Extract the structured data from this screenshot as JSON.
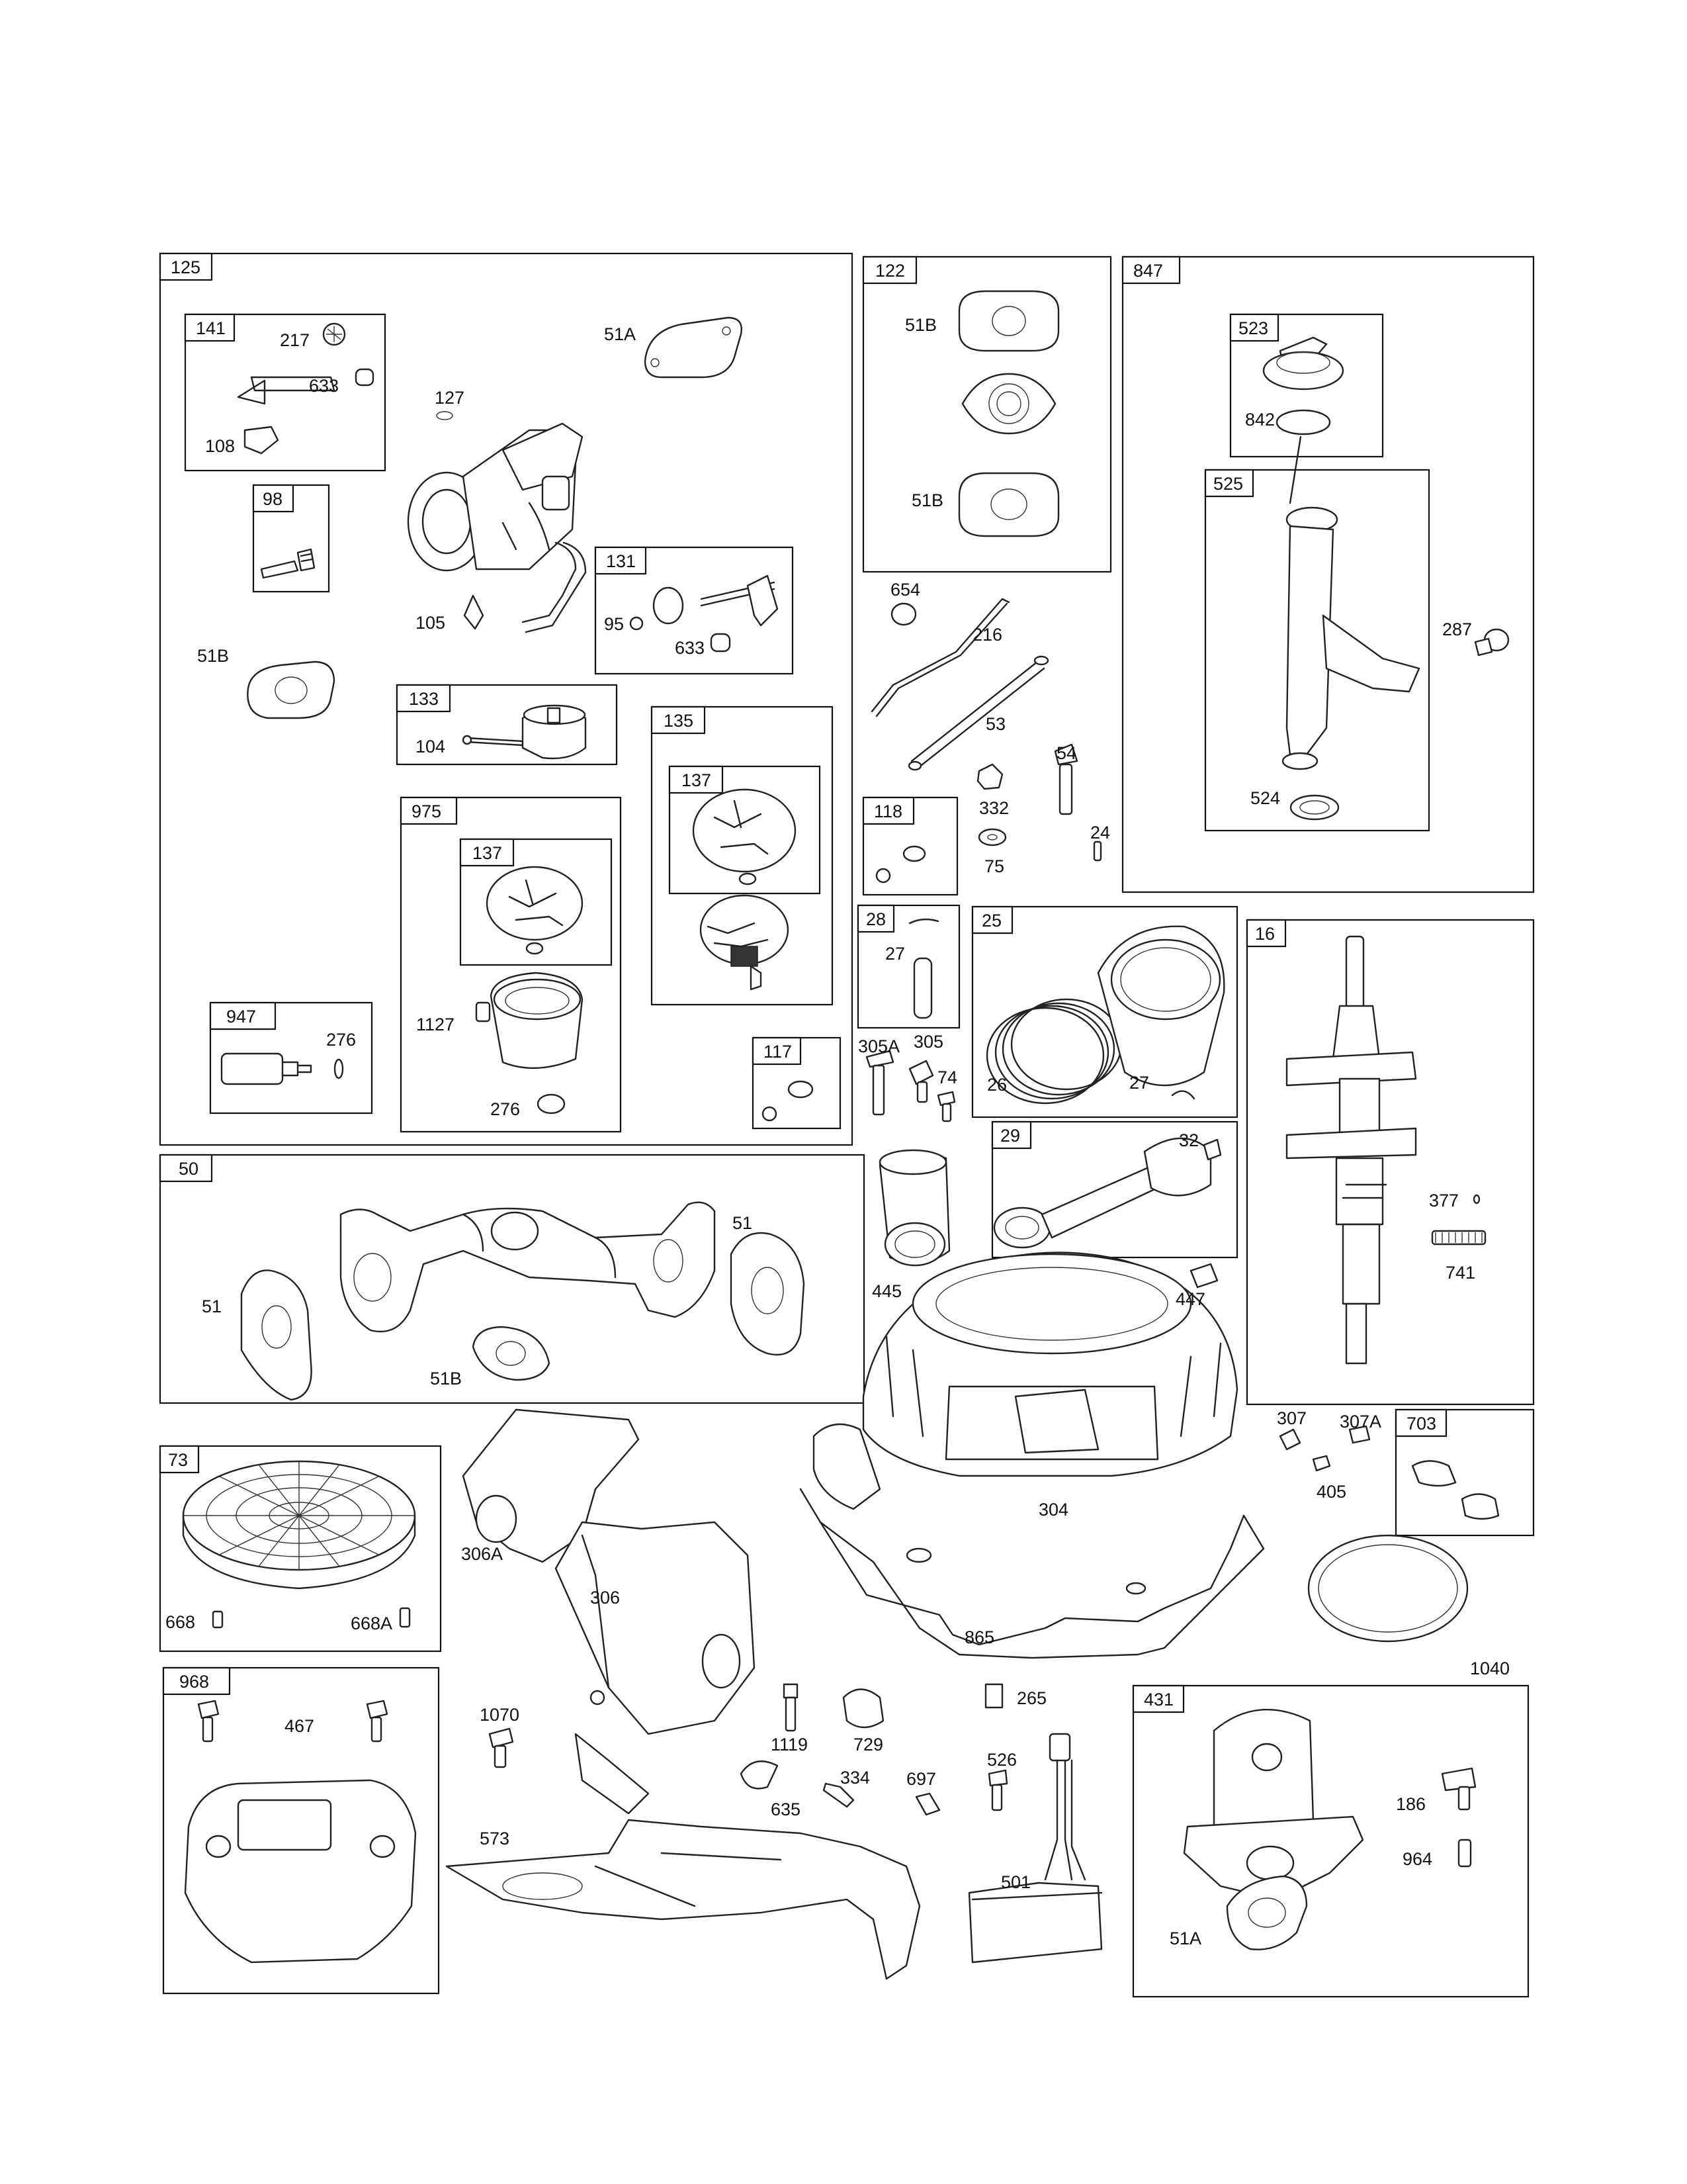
{
  "diagram": {
    "groups": [
      {
        "id": "125"
      },
      {
        "id": "141"
      },
      {
        "id": "98"
      },
      {
        "id": "131"
      },
      {
        "id": "133"
      },
      {
        "id": "135"
      },
      {
        "id": "137a",
        "tag": "137"
      },
      {
        "id": "975"
      },
      {
        "id": "137b",
        "tag": "137"
      },
      {
        "id": "947"
      },
      {
        "id": "117"
      },
      {
        "id": "122"
      },
      {
        "id": "847"
      },
      {
        "id": "523"
      },
      {
        "id": "525"
      },
      {
        "id": "118"
      },
      {
        "id": "28"
      },
      {
        "id": "25"
      },
      {
        "id": "16"
      },
      {
        "id": "29"
      },
      {
        "id": "50"
      },
      {
        "id": "73"
      },
      {
        "id": "703"
      },
      {
        "id": "968"
      },
      {
        "id": "431"
      }
    ],
    "tags": {
      "g125": "125",
      "g141": "141",
      "g98": "98",
      "g131": "131",
      "g133": "133",
      "g135": "135",
      "g137a": "137",
      "g975": "975",
      "g137b": "137",
      "g947": "947",
      "g117": "117",
      "g122": "122",
      "g847": "847",
      "g523": "523",
      "g525": "525",
      "g118": "118",
      "g28": "28",
      "g25": "25",
      "g16": "16",
      "g29": "29",
      "g50": "50",
      "g73": "73",
      "g703": "703",
      "g968": "968",
      "g431": "431"
    },
    "labels": [
      "217",
      "633",
      "108",
      "127",
      "51A",
      "98",
      "105",
      "95",
      "633",
      "51B",
      "104",
      "1127",
      "276",
      "276",
      "117",
      "51B",
      "51B",
      "654",
      "216",
      "53",
      "332",
      "75",
      "54",
      "24",
      "27",
      "305A",
      "305",
      "74",
      "26",
      "27",
      "32",
      "842",
      "287",
      "524",
      "377",
      "741",
      "445",
      "447",
      "51",
      "51",
      "51B",
      "304",
      "307",
      "307A",
      "405",
      "306A",
      "306",
      "668",
      "668A",
      "865",
      "1040",
      "467",
      "1070",
      "1119",
      "729",
      "265",
      "526",
      "697",
      "334",
      "635",
      "573",
      "501",
      "186",
      "964",
      "51A"
    ]
  }
}
